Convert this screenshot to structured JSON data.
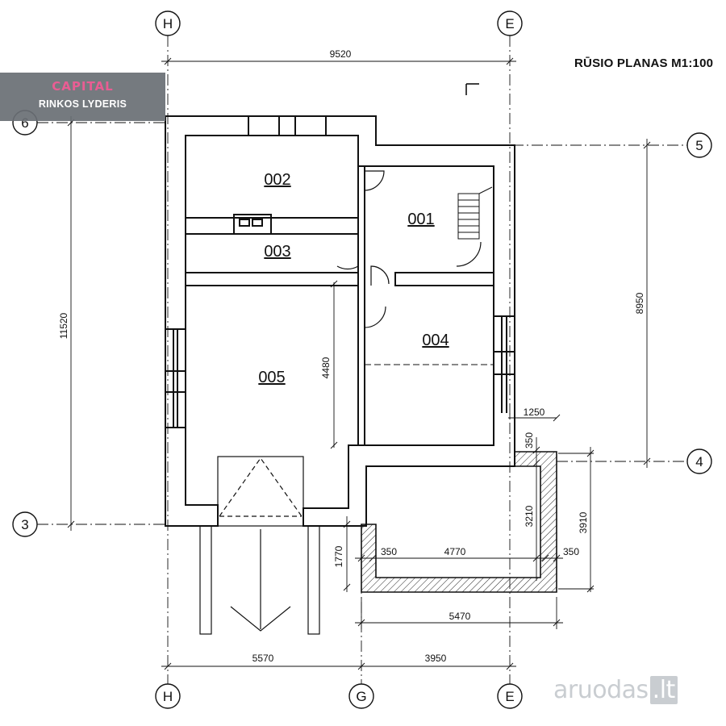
{
  "title": "RŪSIO PLANAS M1:100",
  "badge": {
    "logo_text": "CAPITAL",
    "subtitle": "RINKOS LYDERIS"
  },
  "watermark": {
    "text": "aruodas",
    "suffix": ".lt"
  },
  "axes": {
    "H": "H",
    "E": "E",
    "G": "G",
    "n6": "6",
    "n5": "5",
    "n4": "4",
    "n3": "3"
  },
  "rooms": {
    "r001": "001",
    "r002": "002",
    "r003": "003",
    "r004": "004",
    "r005": "005"
  },
  "dims": {
    "top_total": "9520",
    "left_total": "11520",
    "right_total": "8950",
    "inner_4480": "4480",
    "bottom_left": "5570",
    "bottom_right": "3950",
    "annex_1250": "1250",
    "annex_350_v": "350",
    "annex_3210": "3210",
    "annex_3910": "3910",
    "annex_1770": "1770",
    "annex_350_l": "350",
    "annex_4770": "4770",
    "annex_350_r": "350",
    "annex_5470": "5470"
  },
  "colors": {
    "line": "#111111",
    "hatch": "#222222",
    "badge_bg": "#6a6f75",
    "badge_accent": "#e8508a",
    "watermark": "#c9cdd1"
  }
}
